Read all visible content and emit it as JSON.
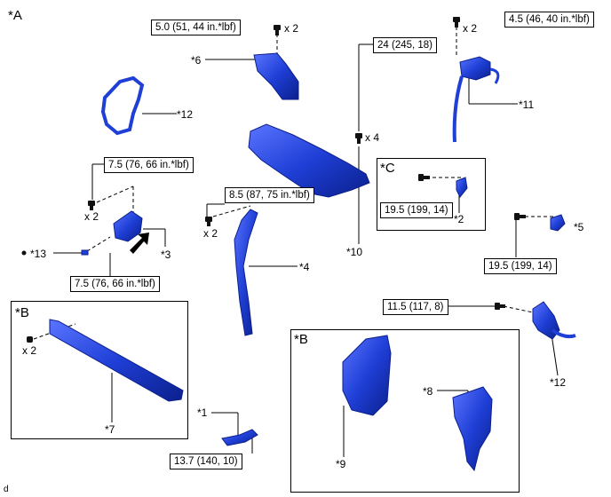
{
  "view_labels": {
    "main": "*A",
    "inset_b_left": "*B",
    "inset_b_right": "*B",
    "inset_c": "*C"
  },
  "parts": {
    "p1": "*1",
    "p2": "*2",
    "p3": "*3",
    "p4": "*4",
    "p5": "*5",
    "p6": "*6",
    "p7": "*7",
    "p8": "*8",
    "p9": "*9",
    "p10": "*10",
    "p11": "*11",
    "p12_top": "*12",
    "p12_right": "*12",
    "p13": "*13"
  },
  "torques": {
    "t_top_center": "5.0 (51, 44 in.*lbf)",
    "t_top_right": "4.5 (46, 40 in.*lbf)",
    "t_24": "24 (245, 18)",
    "t_left_upper": "7.5 (76, 66 in.*lbf)",
    "t_left_lower": "7.5 (76, 66 in.*lbf)",
    "t_mid": "8.5 (87, 75 in.*lbf)",
    "t_c": "19.5 (199, 14)",
    "t_right": "19.5 (199, 14)",
    "t_11_5": "11.5 (117, 8)",
    "t_13_7": "13.7 (140, 10)"
  },
  "quantities": {
    "q_top_center": "x 2",
    "q_top_right": "x 2",
    "q_24": "x 4",
    "q_left": "x 2",
    "q_mid": "x 2",
    "q_b": "x 2"
  },
  "footer": {
    "code": "d"
  },
  "colors": {
    "part_blue": "#1f3fd6",
    "part_dark": "#0b1f8c",
    "part_light": "#6f86ff"
  }
}
